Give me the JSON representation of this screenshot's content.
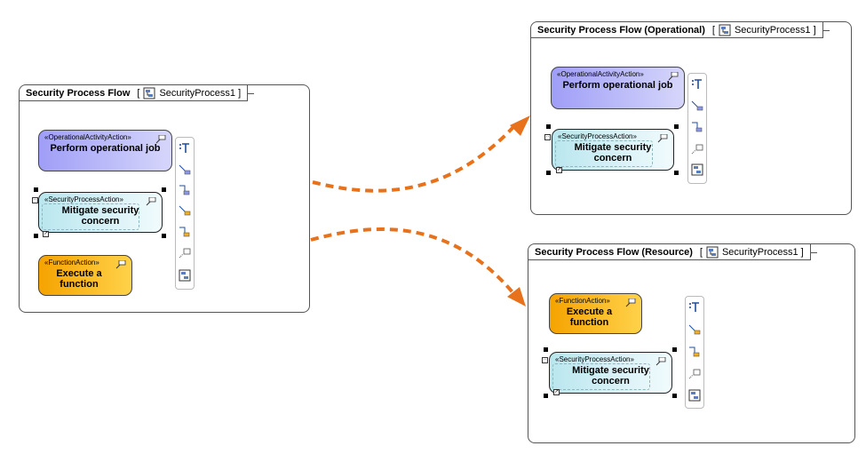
{
  "diagrams": [
    {
      "title": "Security Process Flow",
      "ref": "SecurityProcess1",
      "actions": [
        {
          "stereotype": "«OperationalActivityAction»",
          "name": "Perform operational job"
        },
        {
          "stereotype": "«SecurityProcessAction»",
          "name": "Mitigate security concern"
        },
        {
          "stereotype": "«FunctionAction»",
          "name": "Execute a function"
        }
      ]
    },
    {
      "title": "Security Process Flow  (Operational)",
      "ref": "SecurityProcess1",
      "actions": [
        {
          "stereotype": "«OperationalActivityAction»",
          "name": "Perform operational job"
        },
        {
          "stereotype": "«SecurityProcessAction»",
          "name": "Mitigate security concern"
        }
      ]
    },
    {
      "title": "Security Process Flow (Resource)",
      "ref": "SecurityProcess1",
      "actions": [
        {
          "stereotype": "«FunctionAction»",
          "name": "Execute a function"
        },
        {
          "stereotype": "«SecurityProcessAction»",
          "name": "Mitigate security concern"
        }
      ]
    }
  ],
  "colors": {
    "arrow": "#e8721c",
    "operational": "#a9a8f7",
    "security": "#c9eef4",
    "function": "#f7ad0e"
  },
  "icons": {
    "diagram_ref": "activity-diagram-icon",
    "toolbar": [
      "text-icon",
      "control-flow-icon",
      "object-flow-icon",
      "flow-to-note-icon",
      "note-icon",
      "diagram-icon"
    ]
  }
}
